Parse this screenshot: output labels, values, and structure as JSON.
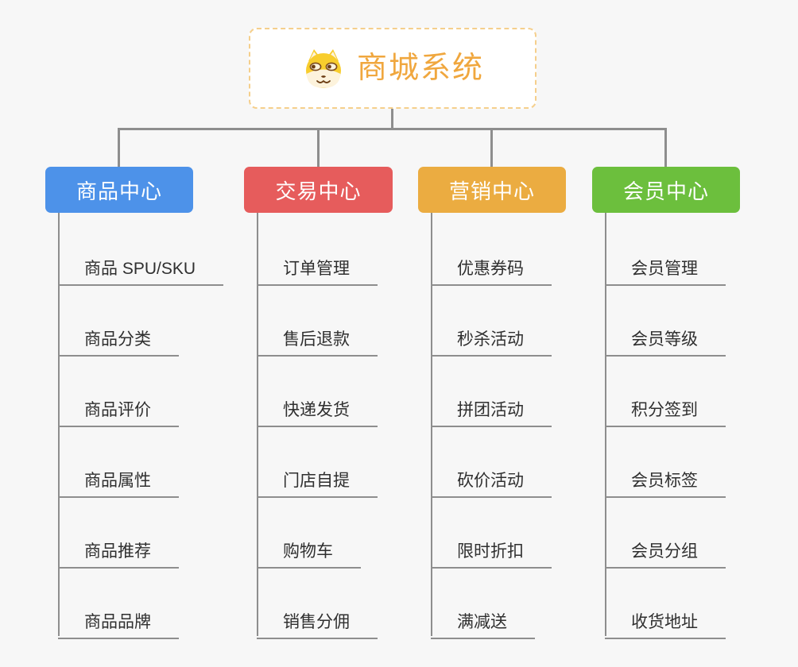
{
  "page": {
    "background_color": "#f7f7f7",
    "connector_color": "#8e8e8e"
  },
  "root": {
    "title": "商城系统",
    "icon": "doge-icon",
    "title_color": "#f0a73e",
    "border_color": "#f5cf8c"
  },
  "branches": [
    {
      "label": "商品中心",
      "color": "#4d92e9",
      "children": [
        "商品 SPU/SKU",
        "商品分类",
        "商品评价",
        "商品属性",
        "商品推荐",
        "商品品牌"
      ]
    },
    {
      "label": "交易中心",
      "color": "#e65c5c",
      "children": [
        "订单管理",
        "售后退款",
        "快递发货",
        "门店自提",
        "购物车",
        "销售分佣"
      ]
    },
    {
      "label": "营销中心",
      "color": "#ebac41",
      "children": [
        "优惠券码",
        "秒杀活动",
        "拼团活动",
        "砍价活动",
        "限时折扣",
        "满减送"
      ]
    },
    {
      "label": "会员中心",
      "color": "#6cbf3d",
      "children": [
        "会员管理",
        "会员等级",
        "积分签到",
        "会员标签",
        "会员分组",
        "收货地址"
      ]
    }
  ]
}
